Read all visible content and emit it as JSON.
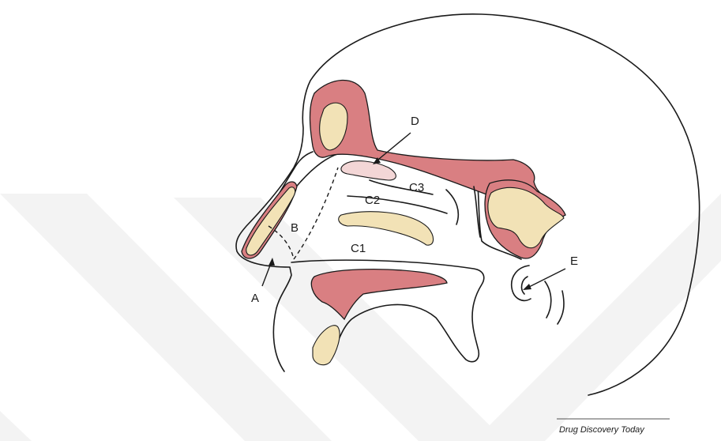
{
  "labels": {
    "a": "A",
    "b": "B",
    "c1": "C1",
    "c2": "C2",
    "c3": "C3",
    "d": "D",
    "e": "E"
  },
  "credit": "Drug Discovery Today",
  "colors": {
    "bone_red": "#d97f82",
    "bone_yellow": "#f2e2b6",
    "bone_pink": "#f3d6d6",
    "watermark": "#f3f3f3"
  }
}
